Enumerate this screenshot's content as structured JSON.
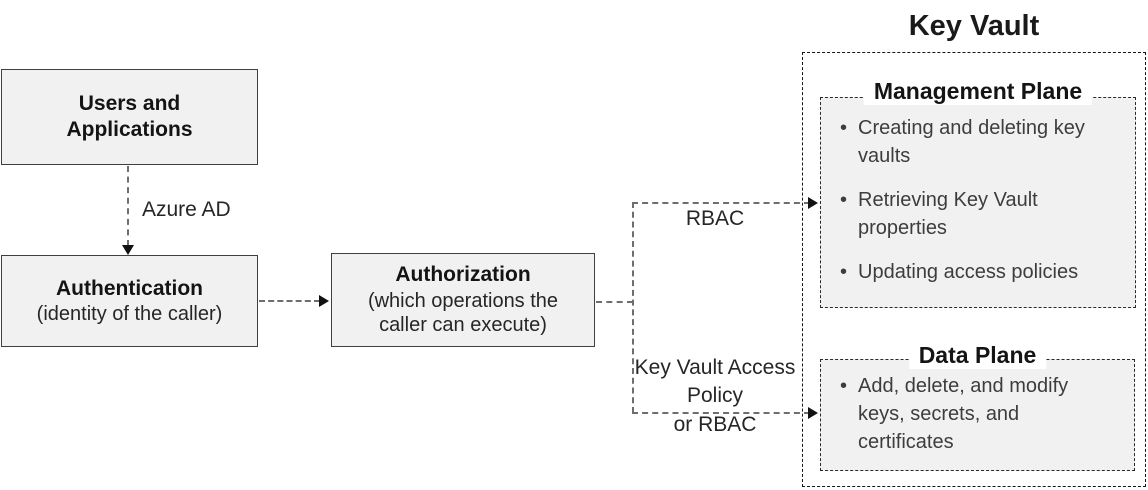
{
  "diagram": {
    "key_vault": {
      "title": "Key Vault",
      "management_plane": {
        "title": "Management Plane",
        "bullets": [
          "Creating and deleting key vaults",
          "Retrieving Key Vault properties",
          "Updating access policies"
        ]
      },
      "data_plane": {
        "title": "Data Plane",
        "bullets": [
          "Add, delete, and modify keys, secrets, and certificates"
        ]
      }
    },
    "nodes": {
      "users": {
        "label": "Users and Applications"
      },
      "authentication": {
        "title": "Authentication",
        "subtitle": "(identity of the caller)"
      },
      "authorization": {
        "title": "Authorization",
        "subtitle": "(which operations the caller can execute)"
      }
    },
    "connectors": {
      "azure_ad_label": "Azure AD",
      "rbac_label": "RBAC",
      "access_policy_label_line1": "Key Vault Access Policy",
      "access_policy_label_line2": "or RBAC"
    },
    "colors": {
      "node_fill": "#f1f1f1",
      "node_border": "#3f3f3f",
      "dashed_connector": "#6e6e6e",
      "arrowhead": "#111111",
      "dashed_container_border": "#161616",
      "text_primary": "#141414",
      "text_secondary": "#3d3d3d",
      "background": "#ffffff"
    }
  }
}
